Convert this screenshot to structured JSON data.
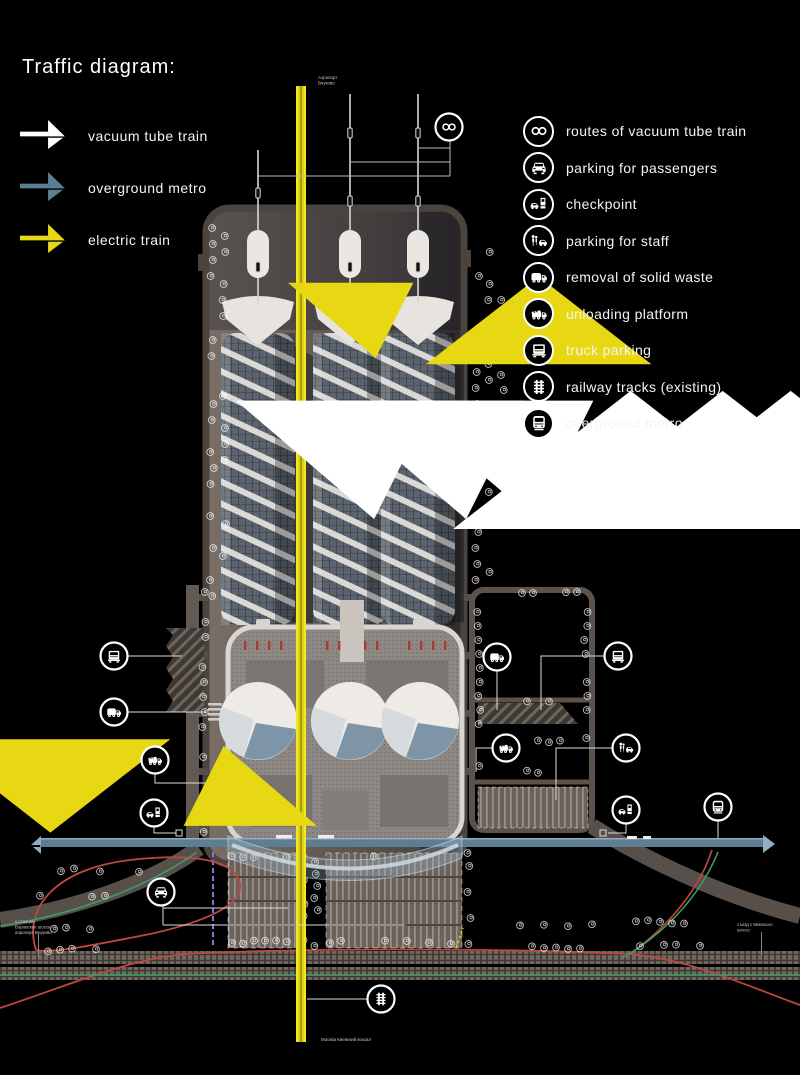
{
  "title": "Traffic diagram:",
  "legend_left": {
    "items": [
      {
        "id": "vacuum-tube-train",
        "label": "vacuum tube train",
        "color": "#ffffff"
      },
      {
        "id": "overground-metro",
        "label": "overground metro",
        "color": "#5d7e92"
      },
      {
        "id": "electric-train",
        "label": "electric train",
        "color": "#e8d813"
      }
    ]
  },
  "legend_right": {
    "items": [
      {
        "icon": "infinity-icon",
        "label": "routes of vacuum tube train"
      },
      {
        "icon": "car-front-icon",
        "label": "parking for passengers"
      },
      {
        "icon": "checkpoint-icon",
        "label": "checkpoint"
      },
      {
        "icon": "staff-parking-icon",
        "label": "parking for staff"
      },
      {
        "icon": "waste-truck-icon",
        "label": "removal of solid waste"
      },
      {
        "icon": "dump-truck-icon",
        "label": "unloading platform"
      },
      {
        "icon": "truck-front-icon",
        "label": "truck parking"
      },
      {
        "icon": "railway-icon",
        "label": "railway tracks (existing)"
      },
      {
        "icon": "metro-icon",
        "label": "overground metro"
      }
    ]
  },
  "plan": {
    "callout_icons": [
      "infinity-icon",
      "truck-front-icon",
      "waste-truck-icon",
      "dump-truck-icon",
      "checkpoint-icon",
      "car-front-icon",
      "staff-parking-icon",
      "metro-icon",
      "railway-icon"
    ]
  },
  "captions": {
    "top_arrow_line1": "Аэропорт",
    "top_arrow_line2": "Внуково",
    "bottom_arrow": "Москва Киевский вокзал",
    "bottom_left_line1": "к станции",
    "bottom_left_line2": "Боровское шоссе",
    "bottom_left_line3": "аэропорт Внуково",
    "bottom_right_line1": "съезд с Минского",
    "bottom_right_line2": "шоссе"
  },
  "colors": {
    "electric_train_yellow": "#e8d813",
    "metro_blue": "#5d7e92",
    "route_red": "#c04840",
    "route_green": "#3e9e66"
  }
}
